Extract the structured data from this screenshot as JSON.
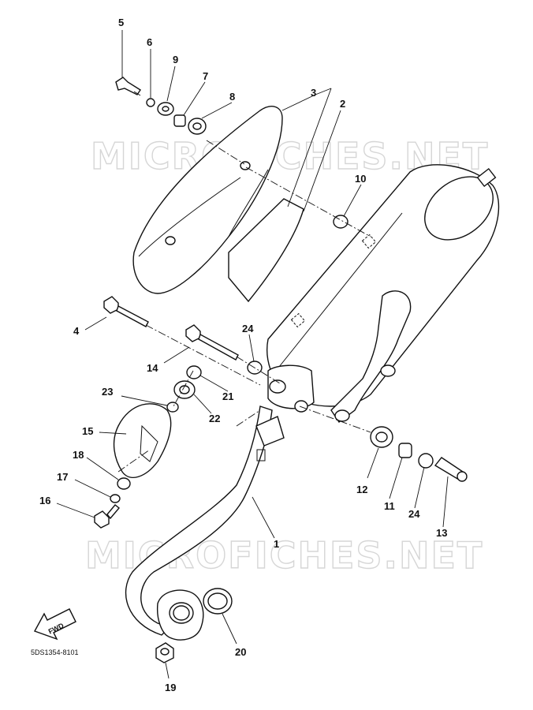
{
  "watermark": "MICROFICHES.NET",
  "diagram_code": "5DS1354-8101",
  "fwd_label": "FWD",
  "callouts": {
    "c1": "1",
    "c2": "2",
    "c3": "3",
    "c4": "4",
    "c5": "5",
    "c6": "6",
    "c7": "7",
    "c8": "8",
    "c9": "9",
    "c10": "10",
    "c11": "11",
    "c12": "12",
    "c13": "13",
    "c14": "14",
    "c15": "15",
    "c16": "16",
    "c17": "17",
    "c18": "18",
    "c19": "19",
    "c20": "20",
    "c21": "21",
    "c22": "22",
    "c23": "23",
    "c24a": "24",
    "c24b": "24"
  }
}
